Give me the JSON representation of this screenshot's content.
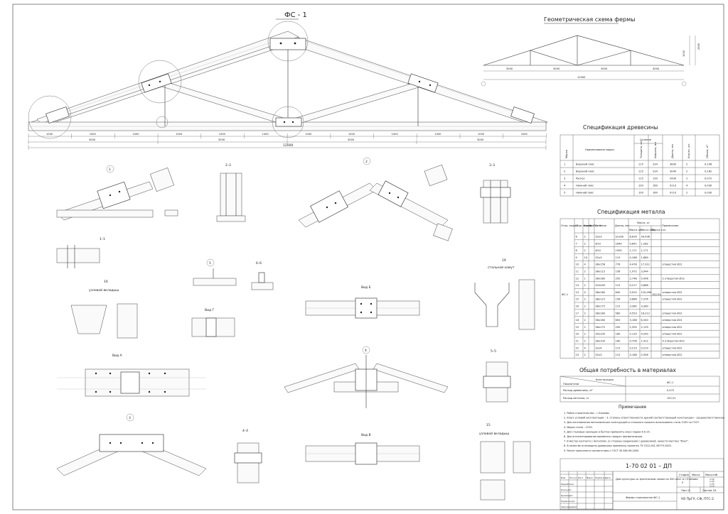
{
  "frame_title": "ФС - 1",
  "geom_title": "Геометрическая схема фермы",
  "geom_dims": [
    "3000",
    "3000",
    "3000",
    "3000",
    "12000",
    "1000",
    "2990"
  ],
  "main_dims_bottom": [
    "1000",
    "1000",
    "1000",
    "1000",
    "1000",
    "1000",
    "1000",
    "1000",
    "1000",
    "1000",
    "1000",
    "1000"
  ],
  "main_dims_mid": [
    "3000",
    "3000",
    "3000",
    "3000"
  ],
  "main_total": "12000",
  "views": {
    "n1": "1",
    "n2": "2",
    "n3": "3",
    "n4": "4",
    "n5": "5",
    "s11": "1–1",
    "s22": "2–2",
    "s33": "3–3",
    "s44": "4–4",
    "s55": "5–5",
    "s66": "6–6",
    "vidA": "Вид А",
    "vidB": "Вид Б",
    "vidV": "Вид В",
    "vidG": "Вид Г",
    "n16": "16",
    "n16t": "узловой вкладыш",
    "n15": "15",
    "n15t": "узловой вкладыш",
    "n19": "19",
    "n19t": "стальной хомут"
  },
  "wood_spec": {
    "title": "Спецификация древесины",
    "headers": [
      "Марка",
      "Наименование марки",
      "Толщина, мм",
      "Ширина, мм",
      "Длина, мм",
      "Кол-во, шт.",
      "Объем, м³"
    ],
    "header_group": "Сечение",
    "rows": [
      [
        "1",
        "Верхний пояс",
        "115",
        "234",
        "3630",
        "2",
        "0,196"
      ],
      [
        "2",
        "Верхний пояс",
        "115",
        "234",
        "3040",
        "2",
        "0,182"
      ],
      [
        "3",
        "Раскос",
        "115",
        "130",
        "2430",
        "2",
        "0,072"
      ],
      [
        "4",
        "Нижний пояс",
        "100",
        "160",
        "9110",
        "4",
        "0,030"
      ],
      [
        "5",
        "Нижний пояс",
        "100",
        "160",
        "9110",
        "2",
        "0,030"
      ]
    ]
  },
  "metal_spec": {
    "title": "Спецификация металла",
    "headers": [
      "Отпр. марка",
      "Сбор. марка",
      "Кол-во Т",
      "Кол-во Н",
      "Сечение",
      "Длина, мм",
      "Масса шт.",
      "Масса общ.",
      "Масса о.м.",
      "Примечание"
    ],
    "header_mass": "Масса, кг",
    "mark": "ФС-1",
    "total": "152,51",
    "rows": [
      [
        "6",
        "2",
        "",
        "S2х3",
        "S1х08",
        "8,616",
        "34,436",
        ""
      ],
      [
        "7",
        "2",
        "",
        "Ø10",
        "1640",
        "0,641",
        "1,282",
        ""
      ],
      [
        "8",
        "2",
        "",
        "Ø10",
        "1900",
        "1,171",
        "1,171",
        ""
      ],
      [
        "9",
        "10",
        "",
        "S2х3",
        "115",
        "0,168",
        "1,680",
        ""
      ],
      [
        "10",
        "4",
        "",
        "S6х156",
        "776",
        "4,478",
        "17,912",
        "отверстия Ø22"
      ],
      [
        "11",
        "2",
        "",
        "S6х115",
        "156",
        "1,972",
        "3,944",
        ""
      ],
      [
        "12",
        "1",
        "",
        "S6х180",
        "250",
        "2,748",
        "5,496",
        "2 отверстия Ø22"
      ],
      [
        "13",
        "2",
        "",
        "S10х90",
        "115",
        "0,217",
        "0,868",
        ""
      ],
      [
        "14",
        "4",
        "",
        "S8х180",
        "640",
        "5,024",
        "120,096",
        "отверстия Ø22"
      ],
      [
        "15",
        "2",
        "",
        "S8х115",
        "156",
        "3,686",
        "7,376",
        "отверстия Ø22"
      ],
      [
        "16",
        "2",
        "",
        "S6х175",
        "115",
        "3,360",
        "3,360",
        ""
      ],
      [
        "17",
        "2",
        "",
        "S6х180",
        "580",
        "4,553",
        "18,212",
        "отверстия Ø22"
      ],
      [
        "18",
        "2",
        "",
        "S6х180",
        "600",
        "3,168",
        "6,340",
        "отверстия Ø22"
      ],
      [
        "19",
        "2",
        "",
        "S6х175",
        "290",
        "2,390",
        "2,193",
        "отверстия Ø22"
      ],
      [
        "20",
        "2",
        "",
        "S5х100",
        "180",
        "2,120",
        "4,240",
        "отверстия Ø22"
      ],
      [
        "21",
        "2",
        "",
        "S6х100",
        "180",
        "0,706",
        "1,412",
        "4 отверстия Ø22"
      ],
      [
        "22",
        "4",
        "",
        "S2х4",
        "115",
        "0,219",
        "0,219",
        "отверстия Ø22"
      ],
      [
        "23",
        "2",
        "",
        "S2х3",
        "115",
        "0,168",
        "0,356",
        "отверстия Ø22"
      ]
    ]
  },
  "total_spec": {
    "title": "Общая потребность в материалах",
    "col1": "Конструкция",
    "col1b": "Показатели",
    "col2": "ФС-1",
    "rows": [
      [
        "Расход древесины, м³",
        "0,472"
      ],
      [
        "Расход металла, кг",
        "152,51"
      ]
    ]
  },
  "notes": {
    "title": "Примечание",
    "items": [
      "1. Район строительства – г.Елизово.",
      "2. Класс условий эксплуатации – 3. Степень ответственности зданий соответствующей конструкции – среднеответственная.",
      "3. Для изготовления металлических конструкций и стального проката использовать сталь С255 по ГОСТ.",
      "4. Марка стали – С235.",
      "5. Для стыковых накладок и болтов применять класс марки 4.6–14.",
      "6. Для антисептирования применять продукт фосфатизации.",
      "7. В местах контакта с металлом, со стороны соединения с древесиной, нанести мастику \"Изол\".",
      "8. В качестве огнезащиты древесины применять пропитку ТУ 2312-001-56779-2003.",
      "9. Расчет выполнен в соответствии с ГОСТ 45-585-96-2005."
    ]
  },
  "stamp": {
    "code": "1-70 02 01 – ДП",
    "desc": "Дом культуры со зрительным залом на 320 мест в г.Елизово",
    "sheet_title": "Ферма стропильная ФС-1",
    "org": "УО ПрГУ, СФ, ПГС-2",
    "stage_h": "Стадия",
    "mass_h": "Масса",
    "scale_h": "Масштаб",
    "stage": "У",
    "scales": [
      "1:50",
      "1:25",
      "1:20",
      "1:10"
    ],
    "sheet_h": "Лист 6",
    "sheets_h": "Листов 16",
    "rev_headers": [
      "Изм.",
      "Кол.уч",
      "Лист",
      "№док.",
      "Подпись",
      "Дата"
    ],
    "roles": [
      "Разработал",
      "Консульт.",
      "Руководит.",
      "Нормоконтр.",
      "Зав.кафедрой"
    ]
  }
}
